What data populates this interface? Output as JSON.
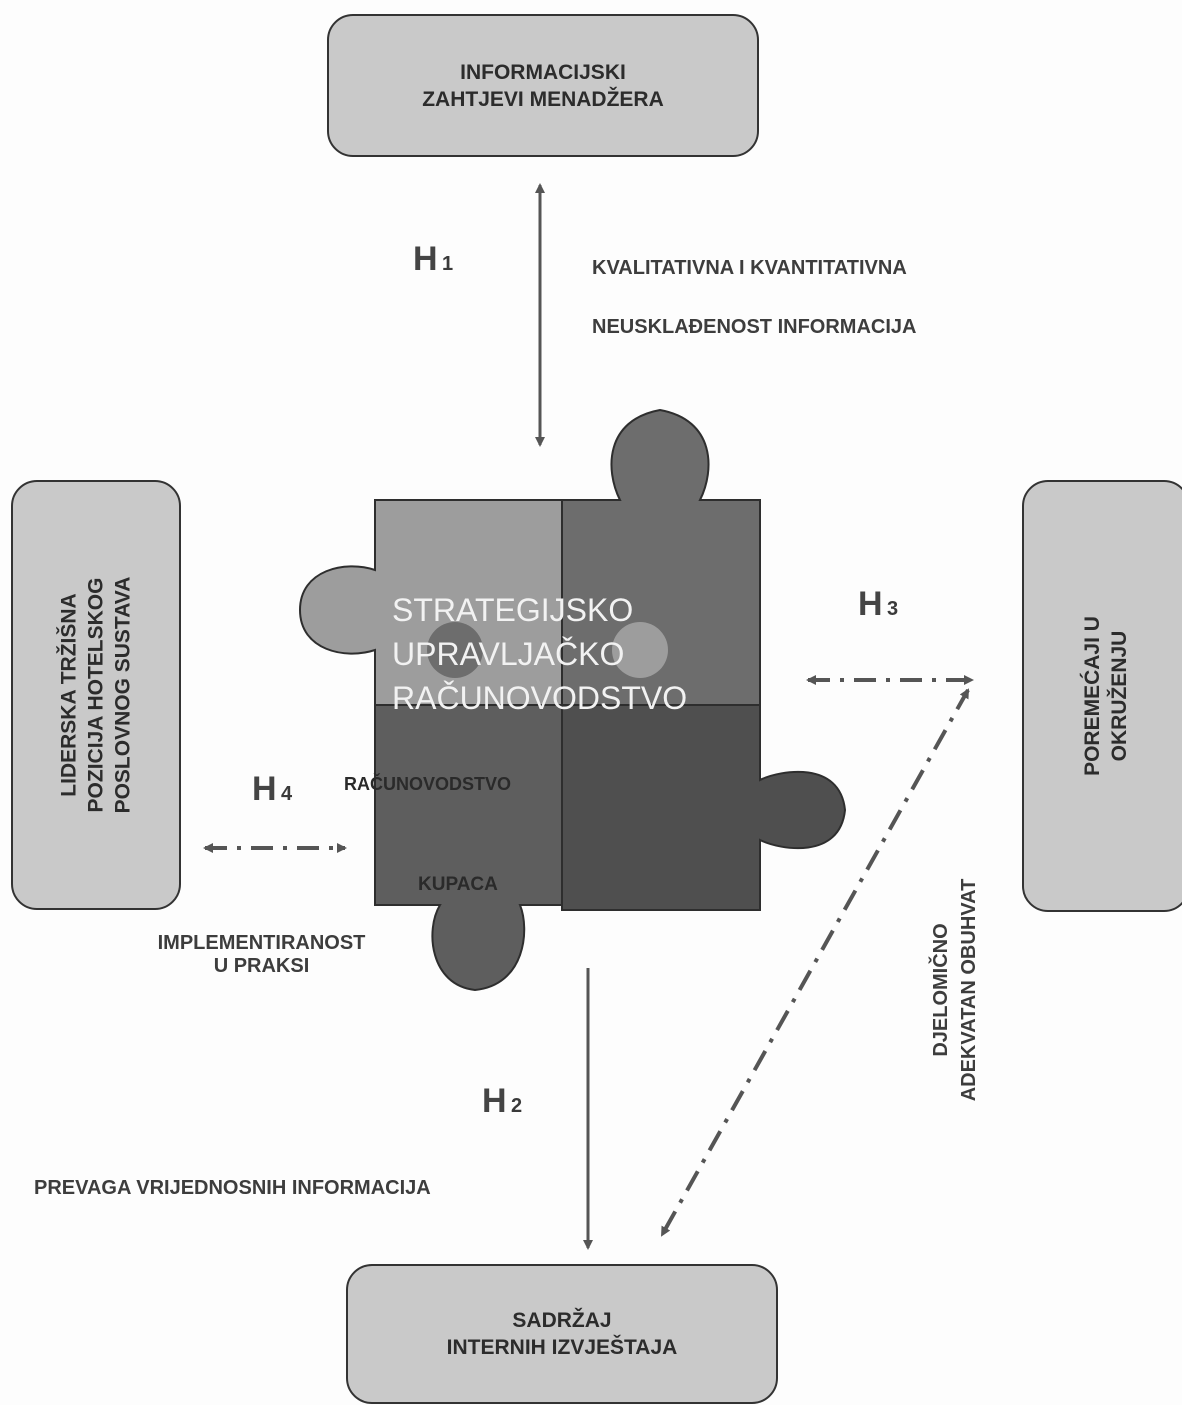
{
  "boxes": {
    "top": {
      "line1": "INFORMACIJSKI",
      "line2": "ZAHTJEVI MENADŽERA"
    },
    "bottom": {
      "line1": "SADRŽAJ",
      "line2": "INTERNIH IZVJEŠTAJA"
    },
    "left": {
      "line1": "LIDERSKA TRŽIŠNA",
      "line2": "POZICIJA HOTELSKOG",
      "line3": "POSLOVNOG SUSTAVA"
    },
    "right": {
      "line1": "POREMEĆAJI U",
      "line2": "OKRUŽENJU"
    }
  },
  "hypotheses": {
    "h1": {
      "letter": "H",
      "num": "1"
    },
    "h2": {
      "letter": "H",
      "num": "2"
    },
    "h3": {
      "letter": "H",
      "num": "3"
    },
    "h4": {
      "letter": "H",
      "num": "4"
    }
  },
  "notes": {
    "h1_line1": "KVALITATIVNA I KVANTITATIVNA",
    "h1_line2": "NEUSKLAĐENOST INFORMACIJA",
    "h2": "PREVAGA VRIJEDNOSNIH INFORMACIJA",
    "h4_line1": "IMPLEMENTIRANOST",
    "h4_line2": "U PRAKSI",
    "h3_line1": "DJELOMIČNO",
    "h3_line2": "ADEKVATAN OBUHVAT"
  },
  "puzzle": {
    "main_line1": "STRATEGIJSKO",
    "main_line2": "UPRAVLJAČKO",
    "main_line3": "RAČUNOVODSTVO",
    "piece_a": "RAČUNOVODSTVO",
    "piece_b": "KUPACA"
  },
  "colors": {
    "box_fill": "#c9c9c9",
    "piece_light": "#9d9d9d",
    "piece_mid": "#6d6d6d",
    "piece_dark": "#4f4f4f",
    "arrow": "#555555"
  }
}
